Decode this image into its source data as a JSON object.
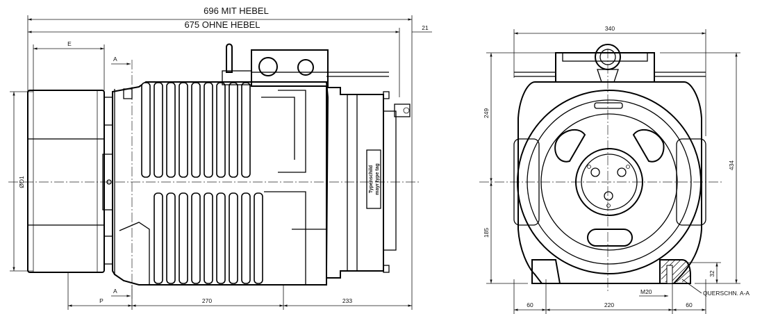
{
  "dimensions": {
    "overall_with_lever": "696 MIT HEBEL",
    "overall_without_lever": "675 OHNE HEBEL",
    "lever_offset": "21",
    "pulley_width": "E",
    "section_mark_top": "A",
    "section_mark_bottom": "A",
    "pulley_diameter": "ØD1",
    "pulley_offset": "P",
    "body_length": "270",
    "rear_length": "233",
    "front_width": "340",
    "height_top": "249",
    "height_total": "434",
    "height_bottom": "185",
    "foot_height": "32",
    "bolt_thread": "M20",
    "section_label": "QUERSCHN. A-A",
    "foot_left": "60",
    "foot_spacing": "220",
    "foot_right": "60"
  },
  "nameplate": {
    "line1": "Typenschild",
    "line2": "mayr type tag"
  }
}
